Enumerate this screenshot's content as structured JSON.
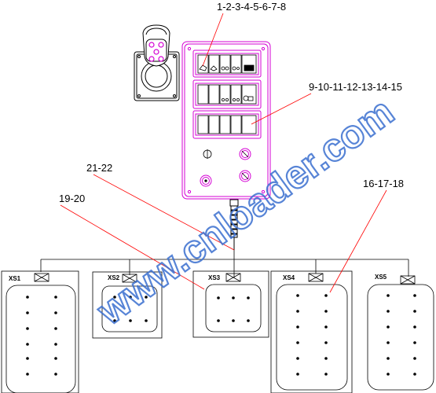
{
  "callouts": {
    "top": "1-2-3-4-5-6-7-8",
    "mid": "9-10-11-12-13-14-15",
    "cable": "21-22",
    "xs3": "19-20",
    "xs4": "16-17-18"
  },
  "connectors": [
    {
      "id": "XS1"
    },
    {
      "id": "XS2"
    },
    {
      "id": "XS3"
    },
    {
      "id": "XS4"
    },
    {
      "id": "XS5"
    }
  ],
  "watermark": "www.cnloader.com",
  "colors": {
    "line": "#000000",
    "panel": "#d400d4",
    "callout": "#ff0000",
    "watermark": "#3a6fd0"
  }
}
